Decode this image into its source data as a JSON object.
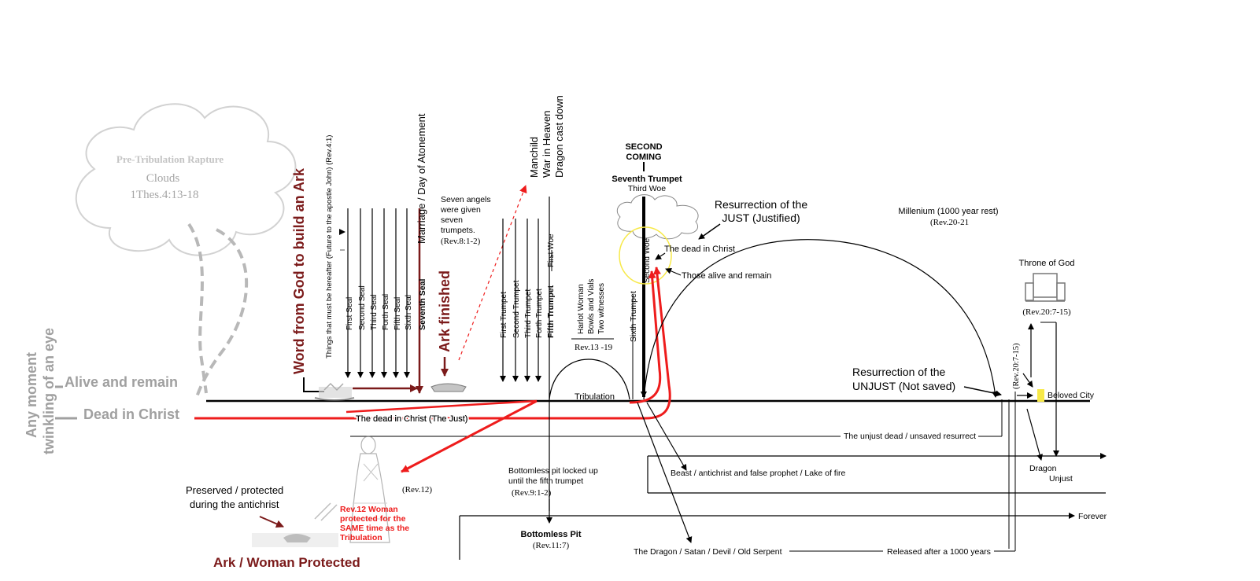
{
  "colors": {
    "red": "#ee1c1c",
    "maroon": "#7b1a1a",
    "gray": "#a0a0a0",
    "black": "#000000",
    "yellow": "#f7e948"
  },
  "cloud": {
    "title": "Pre-Tribulation Rapture",
    "line1": "Clouds",
    "line2": "1Thes.4:13-18"
  },
  "left": {
    "any_moment": "Any moment",
    "twinkling": "twinkling of an eye",
    "alive_remain": "Alive and remain",
    "dead_in_christ": "Dead in Christ"
  },
  "word_from_god": "Word from God to build an Ark",
  "ark_finished": "Ark finished",
  "hereafter": "Things that must be hereafter (Future to the apostle John) (Rev.4:1)",
  "seals": [
    "First Seal",
    "Second Seal",
    "Third Seal",
    "Forth Seal",
    "Fifth Seal",
    "Sixth Seal",
    "Seventh Seal"
  ],
  "marriage": "Marriage / Day of Atonement",
  "seven_angels": [
    "Seven angels",
    "were given",
    "seven",
    "trumpets."
  ],
  "seven_angels_ref": "(Rev.8:1-2)",
  "manchild": [
    "Manchild",
    "War in Heaven",
    "Dragon cast down"
  ],
  "trumpets": [
    "First Trumpet",
    "Second Trumpet",
    "Third Trumpet",
    "Forth Trumpet",
    "Fifth Trumpet"
  ],
  "first_woe": "First Woe",
  "harlot": [
    "Harlot Woman",
    "Bowls and Vials",
    "Two witnesses"
  ],
  "rev13": "Rev.13 -19",
  "tribulation": "Tribulation",
  "second_coming": [
    "SECOND",
    "COMING"
  ],
  "seventh_trumpet": "Seventh Trumpet",
  "third_woe": "Third Woe",
  "sixth_trumpet": "Sixth Trumpet",
  "second_woe": "Second Woe",
  "res_just": [
    "Resurrection of the",
    "JUST (Justified)"
  ],
  "dead_in_christ_small": "The dead in Christ",
  "those_alive": "Those alive and remain",
  "millenium": "Millenium (1000 year rest)",
  "millenium_ref": "(Rev.20-21",
  "throne": "Throne of God",
  "throne_ref": "(Rev.20:7-15)",
  "res_unjust": [
    "Resurrection of the",
    "UNJUST (Not saved)"
  ],
  "rev20_vert": "(Rev.20:7-15)",
  "beloved_city": "Beloved City",
  "dead_just_line": "The dead in Christ (The Just)",
  "unjust_dead": "The unjust dead / unsaved resurrect",
  "beast": "Beast / antichrist and false prophet / Lake of fire",
  "dragon": "Dragon",
  "unjust": "Unjust",
  "forever": "Forever",
  "bottomless_text": [
    "Bottomless pit locked up",
    "until the fifth trumpet"
  ],
  "bottomless_ref": "(Rev.9:1-2)",
  "bottomless_pit": "Bottomless Pit",
  "bottomless_pit_ref": "(Rev.11:7)",
  "dragon_satan": "The Dragon / Satan / Devil / Old Serpent",
  "released": "Released after a 1000 years",
  "rev12": "(Rev.12)",
  "preserved": [
    "Preserved / protected",
    "during the antichrist"
  ],
  "woman_red": [
    "Rev.12 Woman",
    "protected for the",
    "SAME time as the",
    "Tribulation"
  ],
  "ark_woman": "Ark / Woman Protected"
}
